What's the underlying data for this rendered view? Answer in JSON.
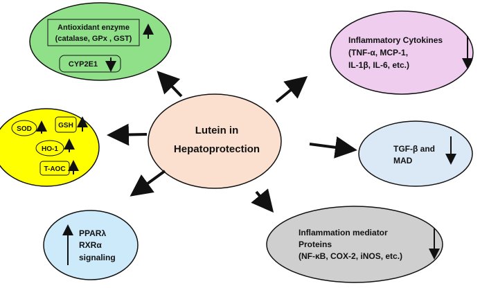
{
  "center": {
    "line1": "Lutein in",
    "line2": "Hepatoprotection"
  },
  "antioxidant": {
    "box_line1": "Antioxidant enzyme",
    "box_line2": "(catalase, GPx , GST)",
    "cyp": "CYP2E1",
    "color": "#90e08a"
  },
  "small_markers": {
    "sod": "SOD",
    "gsh": "GSH",
    "ho1": "HO-1",
    "taoc": "T-AOC",
    "color": "#ffff00"
  },
  "cytokines": {
    "line1": "Inflammatory Cytokines",
    "line2": "(TNF-α, MCP-1,",
    "line3": "IL-1β, IL-6, etc.)",
    "color": "#efcdef"
  },
  "tgf": {
    "line1": "TGF-β and",
    "line2": "MAD",
    "color": "#dbe8f5"
  },
  "mediators": {
    "line1": "Inflammation mediator",
    "line2": "Proteins",
    "line3": "(NF-κB, COX-2, iNOS, etc.)",
    "color": "#cfcfcf"
  },
  "ppar": {
    "line1": "PPARλ",
    "line2": "RXRα",
    "line3": "signaling",
    "color": "#cdeafb"
  },
  "center_color": "#fbe0d0"
}
